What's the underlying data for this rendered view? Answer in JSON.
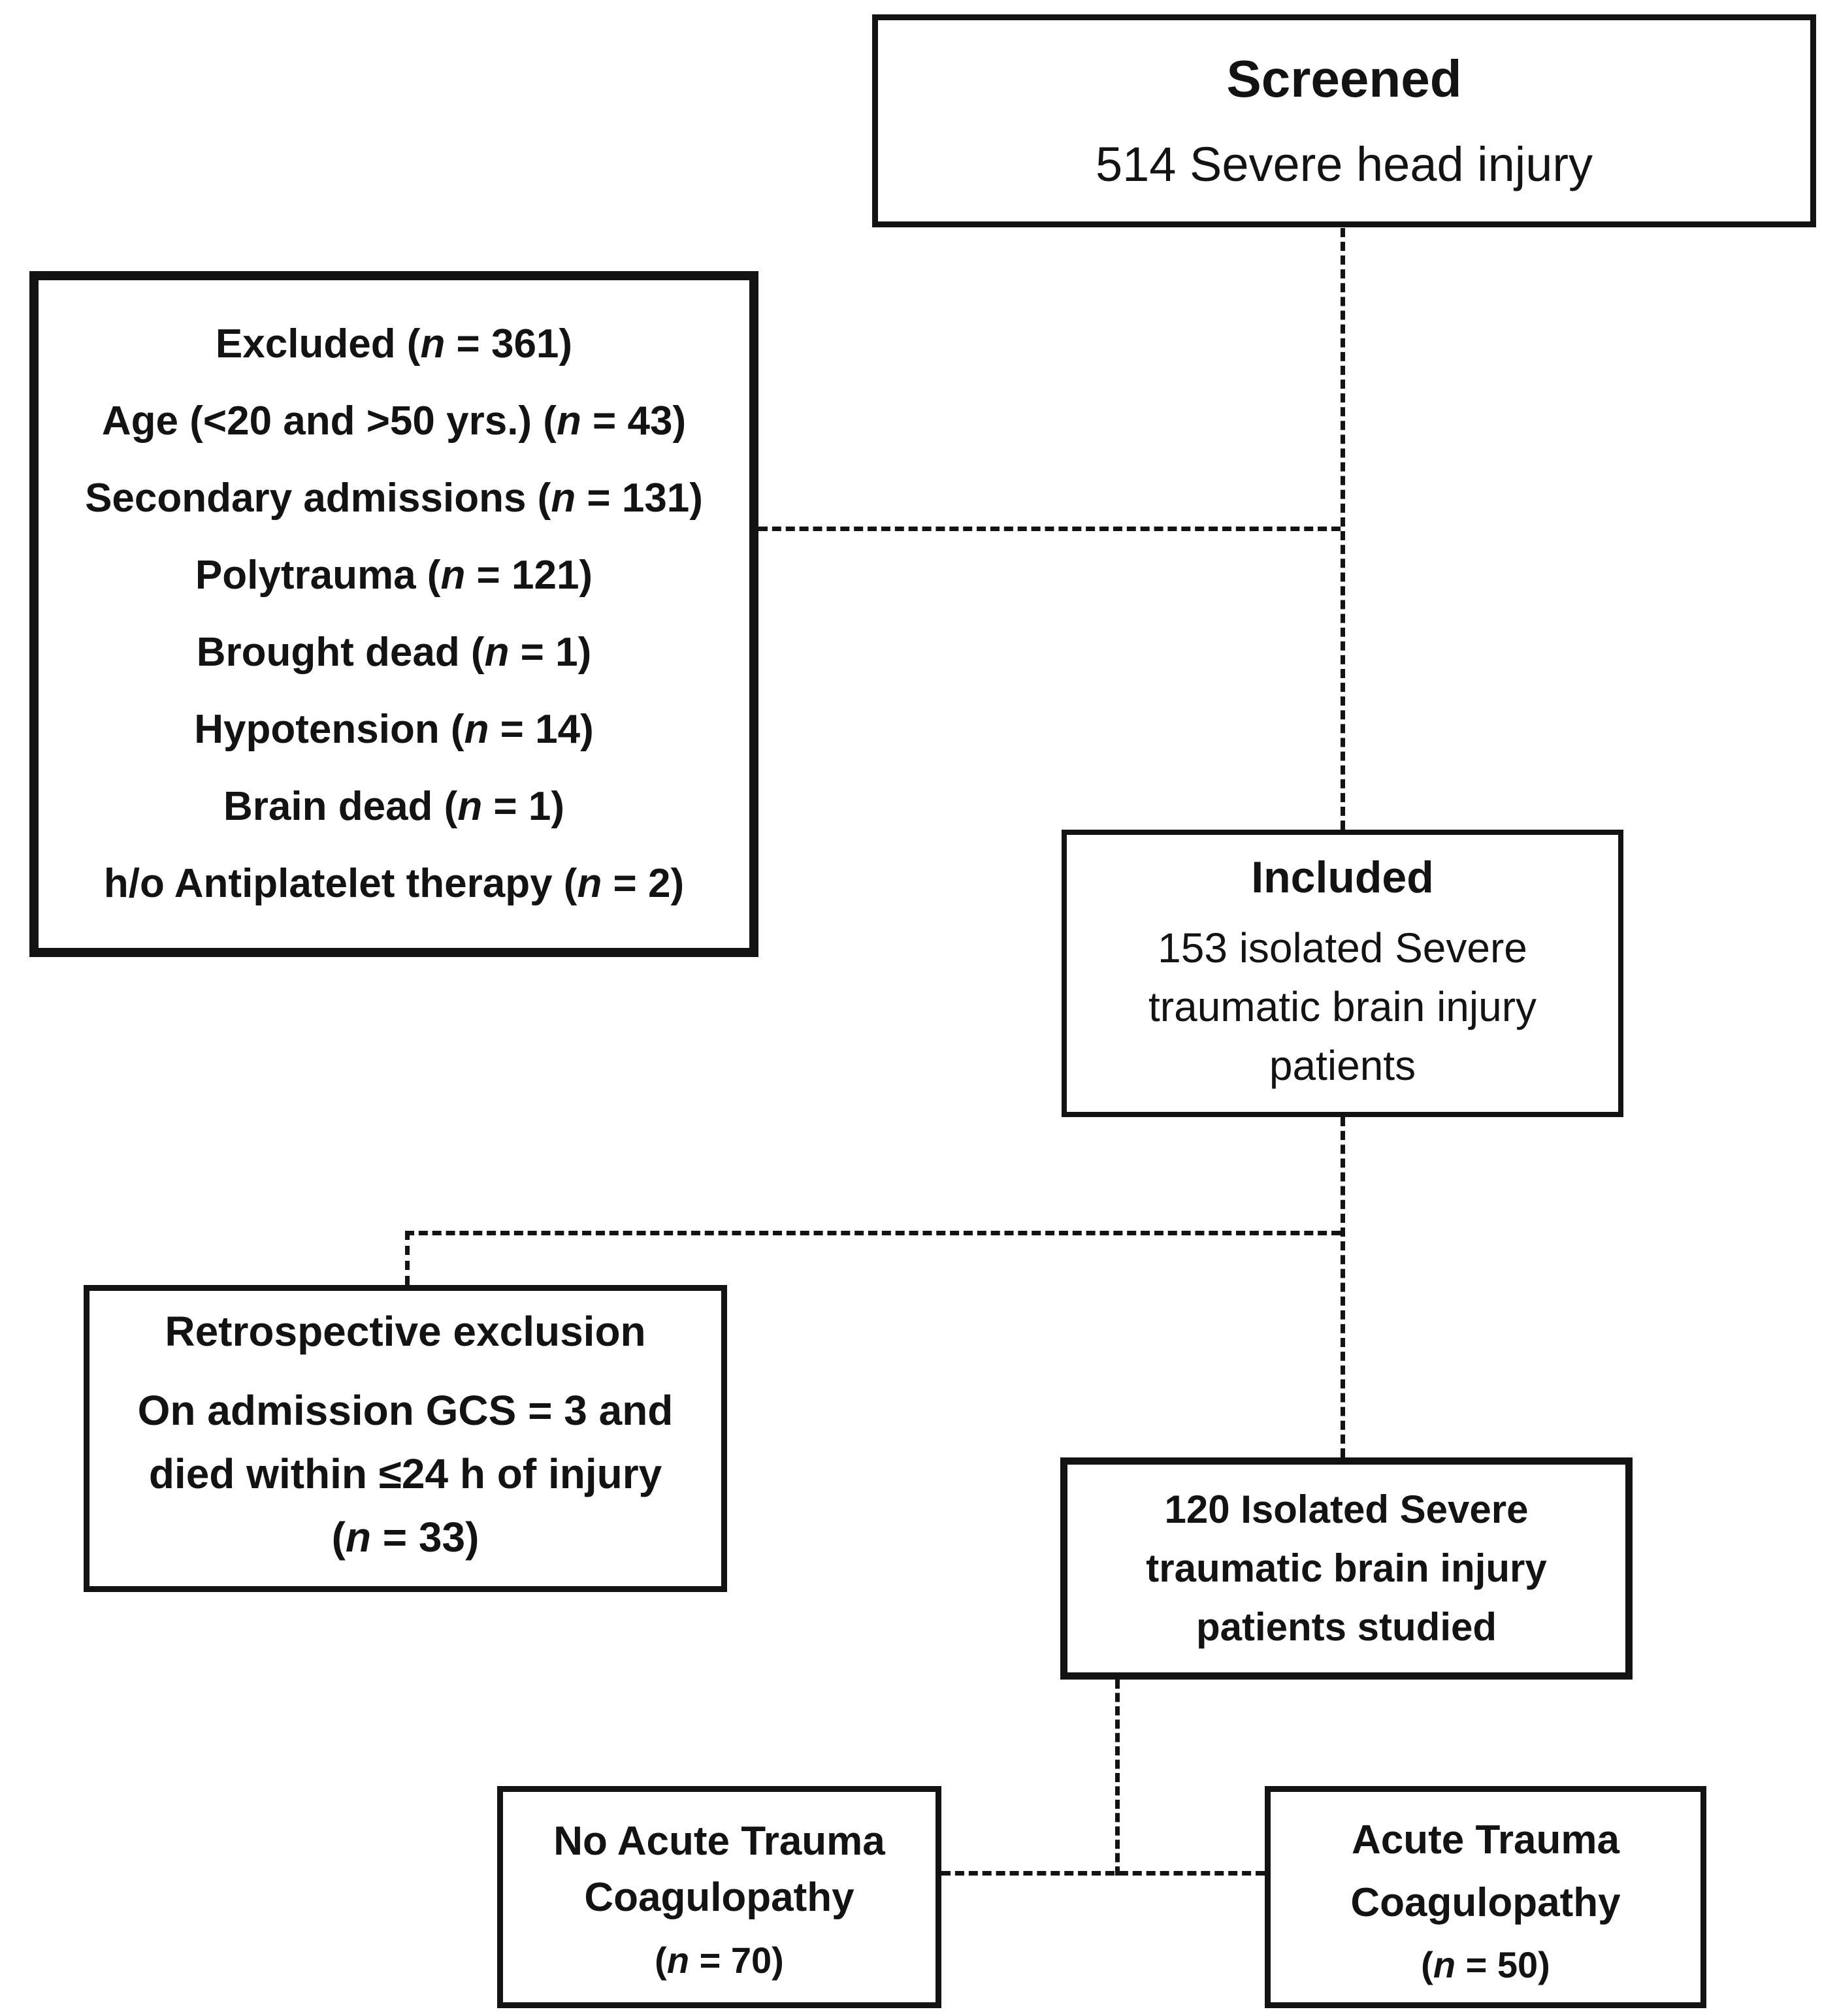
{
  "figure": {
    "type": "patient-flow-diagram",
    "background": "#ffffff",
    "ink": "#131313"
  },
  "screened": {
    "title": "Screened",
    "lines": [
      [
        "514 Severe head injury"
      ]
    ]
  },
  "excluded": {
    "lines": [
      [
        "Excluded (",
        {
          "i": "n"
        },
        " = 361)"
      ],
      [
        "Age (<20 and >50 yrs.) (",
        {
          "i": "n"
        },
        " = 43)"
      ],
      [
        "Secondary admissions (",
        {
          "i": "n"
        },
        " = 131)"
      ],
      [
        "Polytrauma (",
        {
          "i": "n"
        },
        " = 121)"
      ],
      [
        "Brought dead (",
        {
          "i": "n"
        },
        " = 1)"
      ],
      [
        "Hypotension (",
        {
          "i": "n"
        },
        " = 14)"
      ],
      [
        "Brain dead (",
        {
          "i": "n"
        },
        " = 1)"
      ],
      [
        "h/o Antiplatelet therapy (",
        {
          "i": "n"
        },
        " = 2)"
      ]
    ]
  },
  "included": {
    "title": "Included",
    "lines": [
      [
        "153 isolated Severe"
      ],
      [
        "traumatic brain injury"
      ],
      [
        "patients"
      ]
    ]
  },
  "retrospective": {
    "title": "Retrospective exclusion",
    "lines": [
      [
        "On admission GCS = 3 and"
      ],
      [
        "died within ≤24 h of injury"
      ],
      [
        "(",
        {
          "i": "n"
        },
        " = 33)"
      ]
    ]
  },
  "studied": {
    "lines": [
      [
        "120 Isolated Severe"
      ],
      [
        "traumatic brain injury"
      ],
      [
        "patients studied"
      ]
    ]
  },
  "no_atc": {
    "lines": [
      [
        "No Acute Trauma"
      ],
      [
        "Coagulopathy"
      ]
    ],
    "n_line": [
      [
        "(",
        {
          "i": "n"
        },
        " = 70)"
      ]
    ]
  },
  "atc": {
    "lines": [
      [
        "Acute Trauma"
      ],
      [
        "Coagulopathy"
      ]
    ],
    "n_line": [
      [
        "(",
        {
          "i": "n"
        },
        " = 50)"
      ]
    ]
  }
}
